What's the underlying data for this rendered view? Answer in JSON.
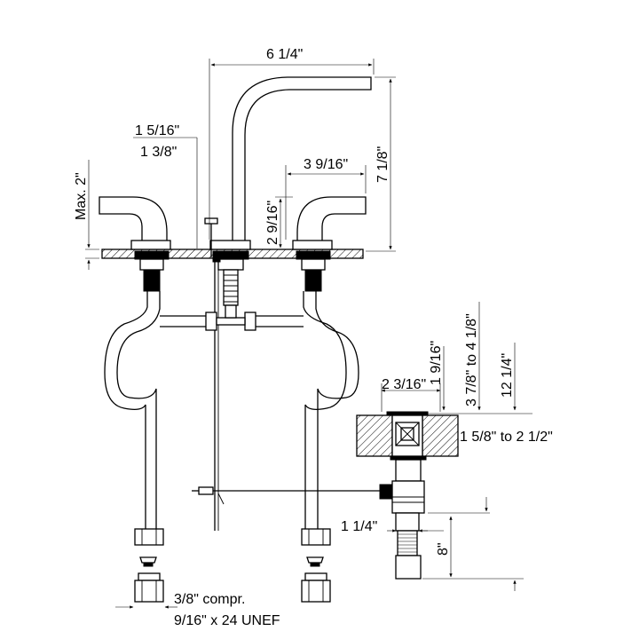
{
  "dimensions": {
    "spout_reach": "6 1/4\"",
    "spout_height": "7 1/8\"",
    "handle_spacing": "3 9/16\"",
    "handle_height": "2 9/16\"",
    "flange_diameter_a": "1 5/16\"",
    "flange_diameter_b": "1 3/8\"",
    "max_deck_thickness": "Max. 2\"",
    "deck_thickness_range": "1 5/8\" to 2 1/2\"",
    "side_width": "2 3/16\"",
    "side_height": "1 9/16\"",
    "body_height_range": "3 7/8\" to 4 1/8\"",
    "overall_height": "12 1/4\"",
    "tail_diameter": "1 1/4\"",
    "tail_length": "8\"",
    "connection_type": "3/8\" compr.",
    "thread_spec": "9/16\" x 24 UNEF"
  },
  "colors": {
    "line": "#000000",
    "background": "#ffffff"
  }
}
